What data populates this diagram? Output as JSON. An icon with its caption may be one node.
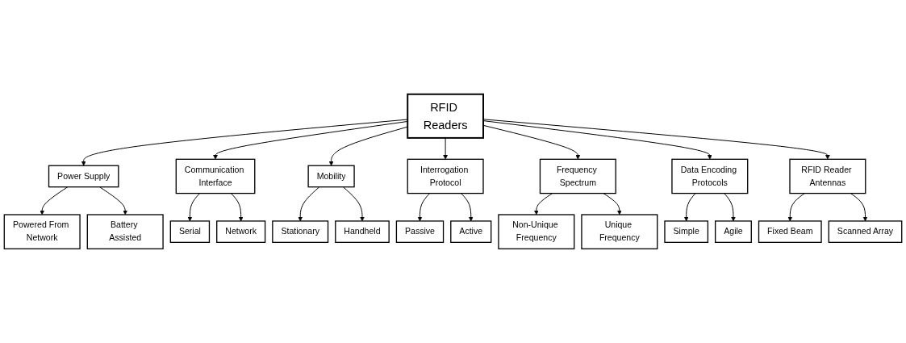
{
  "diagram": {
    "nodes": [
      {
        "text": [
          "RFID Readers"
        ]
      },
      {
        "text": [
          "Power Supply"
        ]
      },
      {
        "text": [
          "Communication Interface"
        ]
      },
      {
        "text": [
          "Mobility"
        ]
      },
      {
        "text": [
          "Interrogation Protocol"
        ]
      },
      {
        "text": [
          "Frequency Spectrum"
        ]
      },
      {
        "text": [
          "Data Encoding Protocols"
        ]
      },
      {
        "text": [
          "RFID Reader Antennas"
        ]
      },
      {
        "text": [
          "Powered From Network"
        ]
      },
      {
        "text": [
          "Serial"
        ]
      },
      {
        "text": [
          "Stationary"
        ]
      },
      {
        "text": [
          "Passive"
        ]
      },
      {
        "text": [
          "Non-Unique Frequency"
        ]
      },
      {
        "text": [
          "Simple"
        ]
      },
      {
        "text": [
          "Fixed Beam"
        ]
      },
      {
        "text": [
          "Battery Assisted"
        ]
      },
      {
        "text": [
          "Network"
        ]
      },
      {
        "text": [
          "Handheld"
        ]
      },
      {
        "text": [
          "Active"
        ]
      },
      {
        "text": [
          "Unique Frequency"
        ]
      },
      {
        "text": [
          "Agile"
        ]
      },
      {
        "text": [
          "Scanned Array"
        ]
      }
    ],
    "edges": [
      {
        "from": 0,
        "to": 1,
        "arrow": "to"
      },
      {
        "from": 0,
        "to": 2,
        "arrow": "to"
      },
      {
        "from": 0,
        "to": 3,
        "arrow": "to"
      },
      {
        "from": 0,
        "to": 4,
        "arrow": "to"
      },
      {
        "from": 0,
        "to": 5,
        "arrow": "to"
      },
      {
        "from": 0,
        "to": 6,
        "arrow": "to"
      },
      {
        "from": 0,
        "to": 7,
        "arrow": "to"
      },
      {
        "from": 1,
        "to": 8,
        "arrow": "to"
      },
      {
        "from": 1,
        "to": 15,
        "arrow": "to"
      },
      {
        "from": 2,
        "to": 9,
        "arrow": "to"
      },
      {
        "from": 2,
        "to": 16,
        "arrow": "to"
      },
      {
        "from": 3,
        "to": 10,
        "arrow": "to"
      },
      {
        "from": 3,
        "to": 17,
        "arrow": "to"
      },
      {
        "from": 4,
        "to": 11,
        "arrow": "to"
      },
      {
        "from": 4,
        "to": 18,
        "arrow": "to"
      },
      {
        "from": 5,
        "to": 12,
        "arrow": "to"
      },
      {
        "from": 5,
        "to": 19,
        "arrow": "to"
      },
      {
        "from": 6,
        "to": 13,
        "arrow": "to"
      },
      {
        "from": 6,
        "to": 20,
        "arrow": "to"
      },
      {
        "from": 7,
        "to": 14,
        "arrow": "to"
      },
      {
        "from": 7,
        "to": 21,
        "arrow": "to"
      }
    ]
  }
}
